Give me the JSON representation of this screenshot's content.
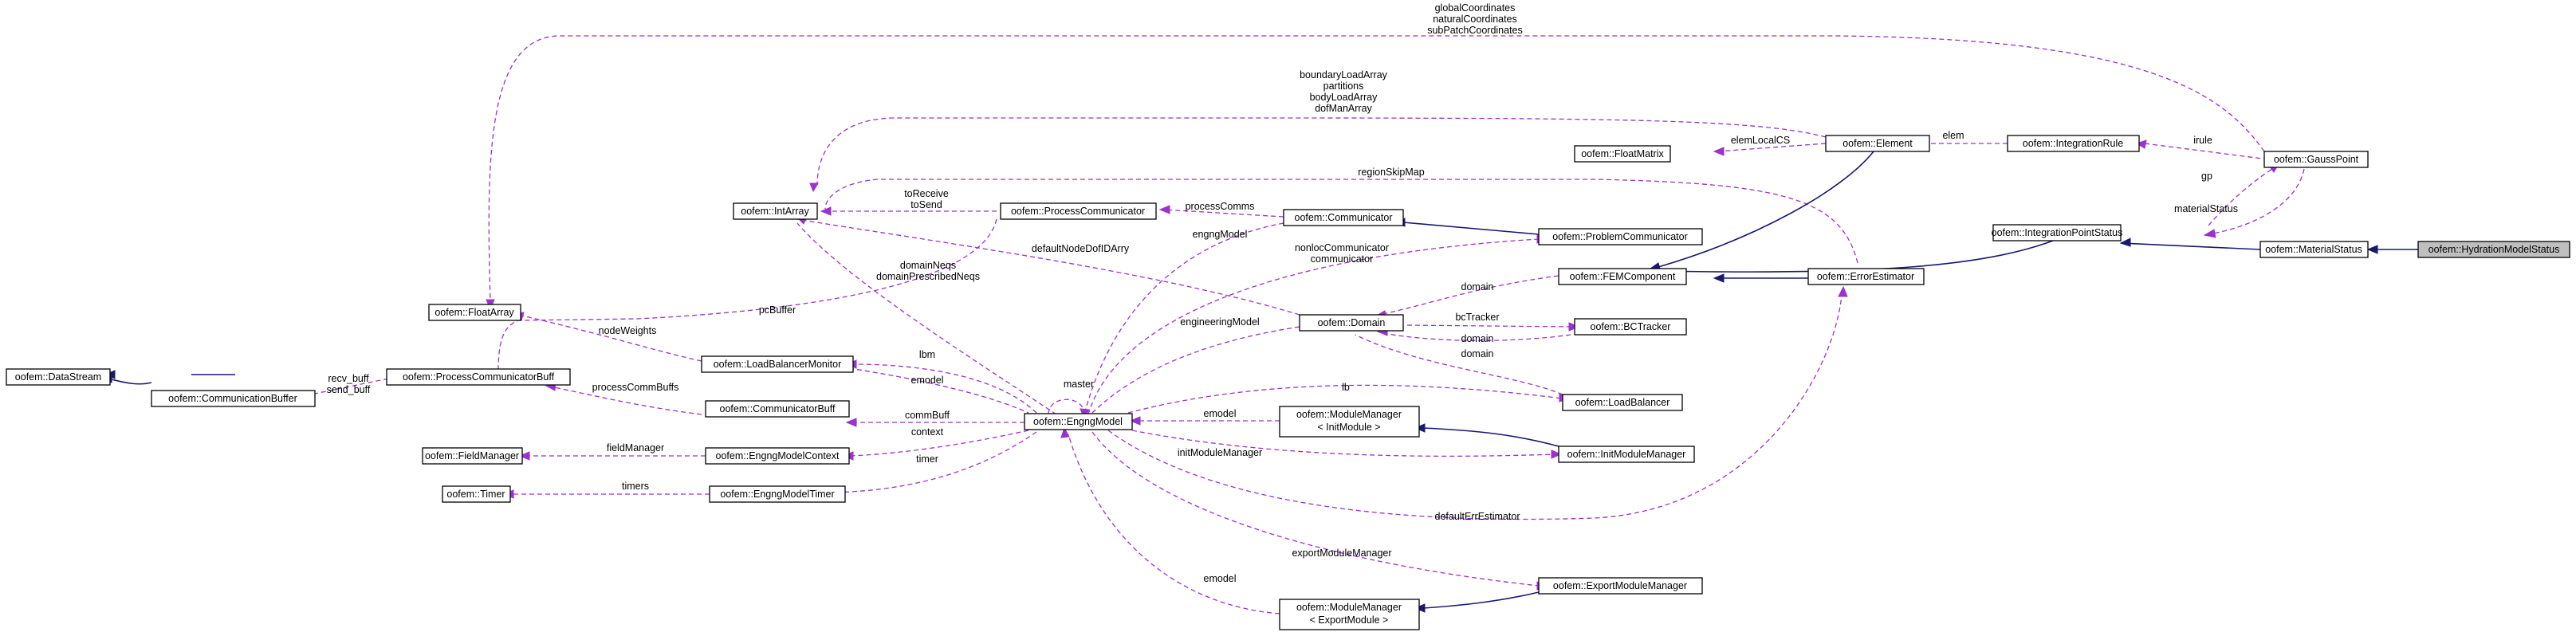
{
  "diagram": {
    "nodes": {
      "hydration_model_status": "oofem::HydrationModelStatus",
      "material_status": "oofem::MaterialStatus",
      "integration_point_status": "oofem::IntegrationPointStatus",
      "gauss_point": "oofem::GaussPoint",
      "integration_rule": "oofem::IntegrationRule",
      "element": "oofem::Element",
      "float_matrix": "oofem::FloatMatrix",
      "int_array": "oofem::IntArray",
      "process_communicator": "oofem::ProcessCommunicator",
      "communicator": "oofem::Communicator",
      "problem_communicator": "oofem::ProblemCommunicator",
      "fem_component": "oofem::FEMComponent",
      "error_estimator": "oofem::ErrorEstimator",
      "float_array": "oofem::FloatArray",
      "domain": "oofem::Domain",
      "bc_tracker": "oofem::BCTracker",
      "data_stream": "oofem::DataStream",
      "process_communicator_buff": "oofem::ProcessCommunicatorBuff",
      "load_balancer_monitor": "oofem::LoadBalancerMonitor",
      "communication_buffer": "oofem::CommunicationBuffer",
      "communicator_buff": "oofem::CommunicatorBuff",
      "engng_model": "oofem::EngngModel",
      "module_manager_init": [
        "oofem::ModuleManager",
        "< InitModule >"
      ],
      "load_balancer": "oofem::LoadBalancer",
      "field_manager": "oofem::FieldManager",
      "engng_model_context": "oofem::EngngModelContext",
      "init_module_manager": "oofem::InitModuleManager",
      "timer": "oofem::Timer",
      "engng_model_timer": "oofem::EngngModelTimer",
      "export_module_manager": "oofem::ExportModuleManager",
      "module_manager_export": [
        "oofem::ModuleManager",
        "< ExportModule >"
      ]
    },
    "edge_labels": {
      "gausspoint_floatarray": [
        "globalCoordinates",
        "naturalCoordinates",
        "subPatchCoordinates"
      ],
      "element_intarray": [
        "boundaryLoadArray",
        "partitions",
        "bodyLoadArray",
        "dofManArray"
      ],
      "elem": "elem",
      "elem_local_cs": "elemLocalCS",
      "irule": "irule",
      "gp": "gp",
      "material_status": "materialStatus",
      "region_skip_map": "regionSkipMap",
      "to_receive_send": [
        "toReceive",
        "toSend"
      ],
      "process_comms": "processComms",
      "engng_model": "engngModel",
      "nonloc_communicator": [
        "nonlocCommunicator",
        "communicator"
      ],
      "default_node_dof_id_arry": "defaultNodeDofIDArry",
      "domain_neqs": [
        "domainNeqs",
        "domainPrescribedNeqs"
      ],
      "domain": "domain",
      "pc_buffer": "pcBuffer",
      "engineering_model": "engineeringModel",
      "bc_tracker": "bcTracker",
      "node_weights": "nodeWeights",
      "lbm": "lbm",
      "recv_send_buff": [
        "recv_buff",
        "send_buff"
      ],
      "emodel": "emodel",
      "process_comm_buffs": "processCommBuffs",
      "master": "master",
      "lb": "lb",
      "comm_buff": "commBuff",
      "field_manager": "fieldManager",
      "context": "context",
      "init_module_manager": "initModuleManager",
      "timers": "timers",
      "timer": "timer",
      "default_err_estimator": "defaultErrEstimator",
      "export_module_manager": "exportModuleManager"
    }
  }
}
